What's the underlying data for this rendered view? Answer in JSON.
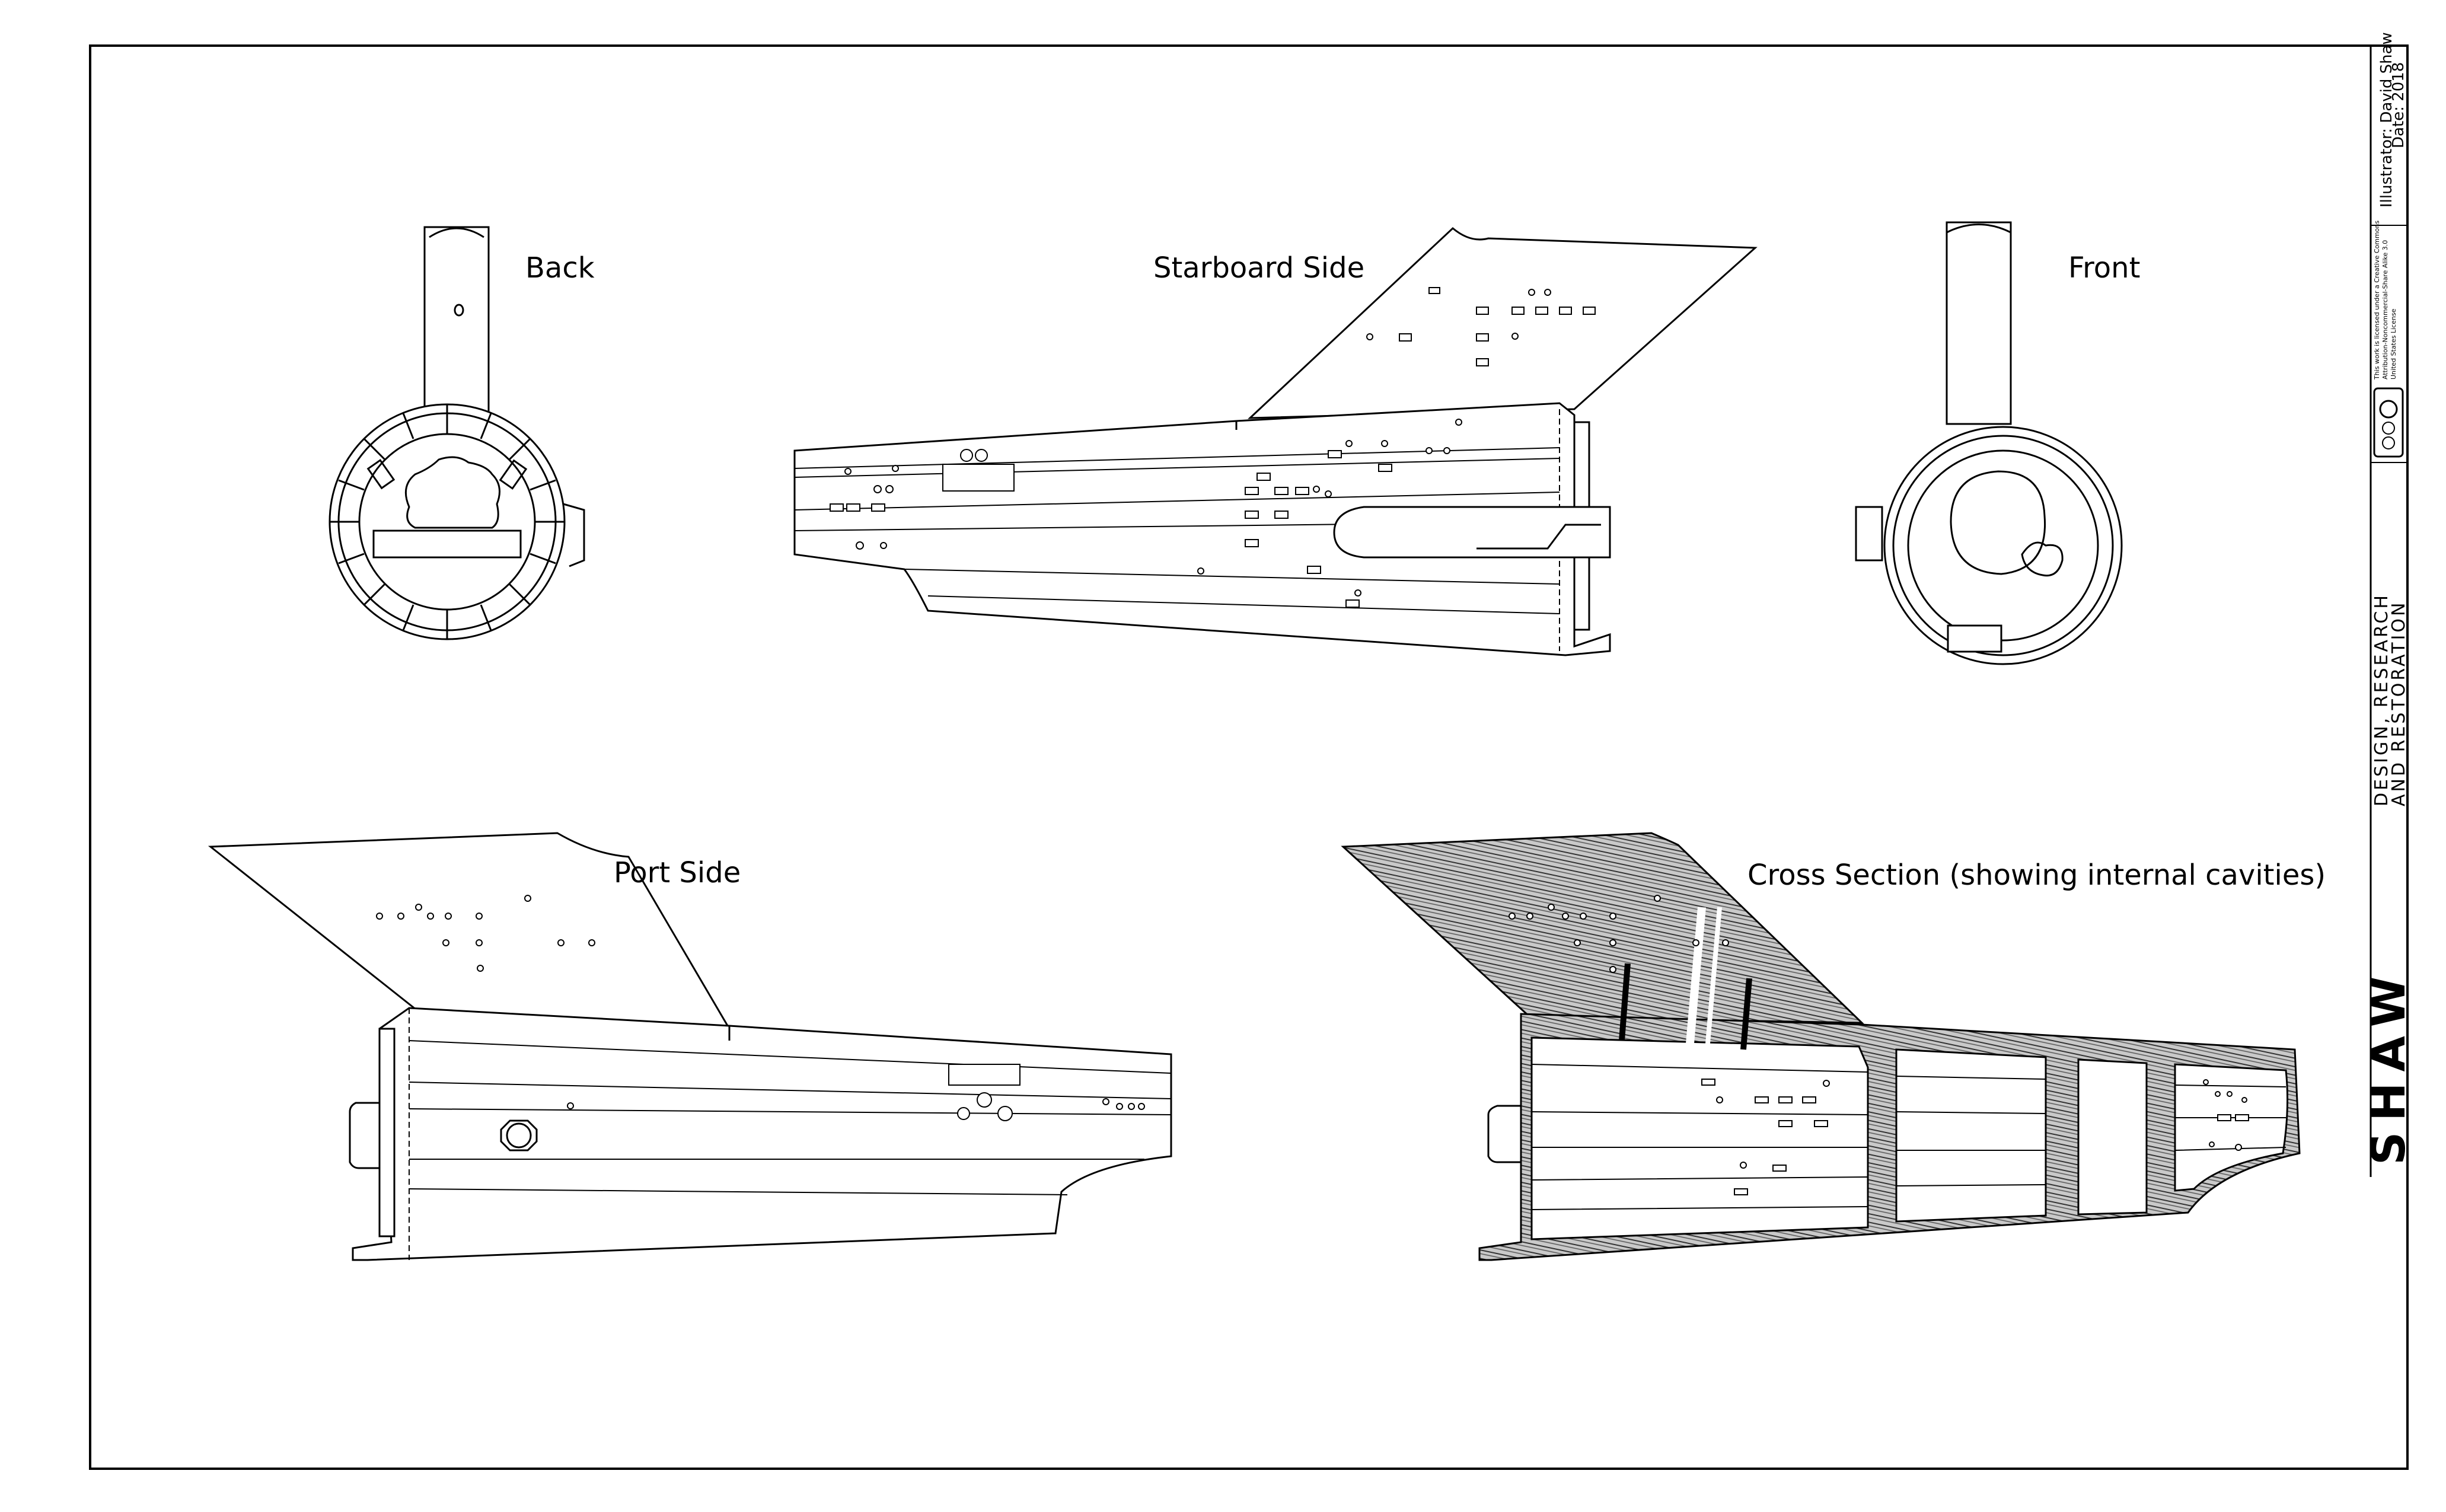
{
  "views": {
    "back": "Back",
    "starboard": "Starboard Side",
    "front": "Front",
    "port": "Port Side",
    "cross_section": "Cross Section (showing internal cavities)"
  },
  "title_block": {
    "illustrator": "Illustrator: David Shaw",
    "date": "Date: 2018",
    "license_line1": "This work is licensed under a Creative Commons",
    "license_line2": "Attribution-Noncommercial-Share Alike 3.0",
    "license_line3": "United States License",
    "logo_word": "SHAW",
    "tagline_line1": "DESIGN, RESEARCH",
    "tagline_line2": "AND RESTORATION"
  },
  "colors": {
    "ink": "#000000",
    "paper": "#ffffff"
  }
}
